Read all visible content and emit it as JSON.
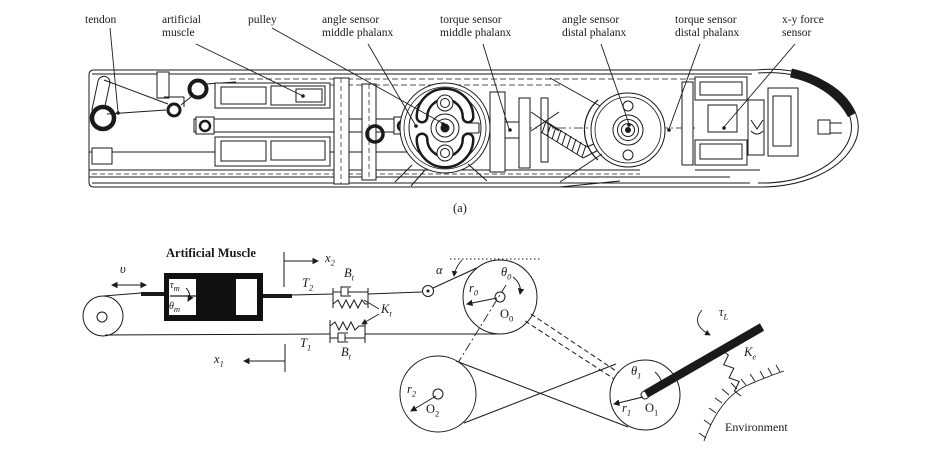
{
  "figure": {
    "part_a": {
      "caption": "(a)",
      "labels": {
        "tendon": "tendon",
        "artificial_muscle": [
          "artificial",
          "muscle"
        ],
        "pulley": "pulley",
        "angle_mid": [
          "angle sensor",
          "middle phalanx"
        ],
        "torque_mid": [
          "torque sensor",
          "middle phalanx"
        ],
        "angle_distal": [
          "angle sensor",
          "distal phalanx"
        ],
        "torque_distal": [
          "torque sensor",
          "distal phalanx"
        ],
        "xy_force": [
          "x-y force",
          "sensor"
        ]
      }
    },
    "part_b": {
      "muscle_title": "Artificial Muscle",
      "velocity": "υ",
      "tau_m": {
        "main": "τ",
        "sub": "m"
      },
      "theta_m": {
        "main": "θ",
        "sub": "m"
      },
      "T2": {
        "main": "T",
        "sub": "2"
      },
      "T1": {
        "main": "T",
        "sub": "1"
      },
      "x2": {
        "main": "x",
        "sub": "2"
      },
      "x1": {
        "main": "x",
        "sub": "1"
      },
      "Bt_top": {
        "main": "B",
        "sub": "t"
      },
      "Bt_bottom": {
        "main": "B",
        "sub": "t"
      },
      "Kt": {
        "main": "K",
        "sub": "t"
      },
      "alpha": "α",
      "r0": {
        "main": "r",
        "sub": "0"
      },
      "theta0": {
        "main": "θ",
        "sub": "0"
      },
      "O0": {
        "main": "O",
        "sub": "0"
      },
      "r2": {
        "main": "r",
        "sub": "2"
      },
      "O2": {
        "main": "O",
        "sub": "2"
      },
      "r1": {
        "main": "r",
        "sub": "1"
      },
      "O1": {
        "main": "O",
        "sub": "1"
      },
      "theta1": {
        "main": "θ",
        "sub": "1"
      },
      "tau_L": {
        "main": "τ",
        "sub": "L"
      },
      "Ke": {
        "main": "K",
        "sub": "e"
      },
      "environment": "Environment"
    },
    "colors": {
      "ink": "#1a1a1a",
      "paper": "#ffffff"
    }
  }
}
